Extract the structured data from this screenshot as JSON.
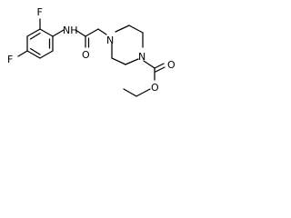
{
  "atoms": {
    "f_top": "F",
    "f_left": "F",
    "nh": "NH",
    "o_amide": "O",
    "n_piperazine_1": "N",
    "n_piperazine_2": "N",
    "o_ester_carbonyl": "O",
    "o_ester": "O"
  },
  "colors": {
    "bond": "#000000",
    "label": "#000000",
    "background": "#ffffff"
  }
}
